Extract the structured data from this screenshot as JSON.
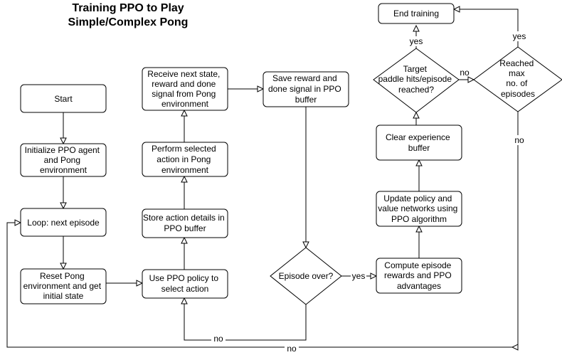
{
  "title": {
    "line1": "Training PPO to Play",
    "line2": "Simple/Complex Pong"
  },
  "nodes": {
    "start": "Start",
    "init": [
      "Initialize PPO agent",
      "and Pong",
      "environment"
    ],
    "loop": "Loop: next episode",
    "reset": [
      "Reset Pong",
      "environment and get",
      "initial state"
    ],
    "use_policy": [
      "Use PPO policy to",
      "select action"
    ],
    "store": [
      "Store action details in",
      "PPO buffer"
    ],
    "perform": [
      "Perform selected",
      "action in Pong",
      "environment"
    ],
    "receive": [
      "Receive next state,",
      "reward and done",
      "signal from Pong",
      "environment"
    ],
    "save": [
      "Save reward and",
      "done signal in PPO",
      "buffer"
    ],
    "episode_over": "Episode over?",
    "compute": [
      "Compute episode",
      "rewards and PPO",
      "advantages"
    ],
    "update": [
      "Update policy and",
      "value networks using",
      "PPO algorithm"
    ],
    "clear": [
      "Clear experience",
      "buffer"
    ],
    "target": [
      "Target",
      "paddle hits/episode",
      "reached?"
    ],
    "max": [
      "Reached",
      "max",
      "no. of",
      "episodes"
    ],
    "end": "End training"
  },
  "edge_labels": {
    "episode_yes": "yes",
    "episode_no": "no",
    "target_yes": "yes",
    "target_no": "no",
    "max_yes": "yes",
    "max_no_upper": "no",
    "max_no_lower": "no"
  }
}
